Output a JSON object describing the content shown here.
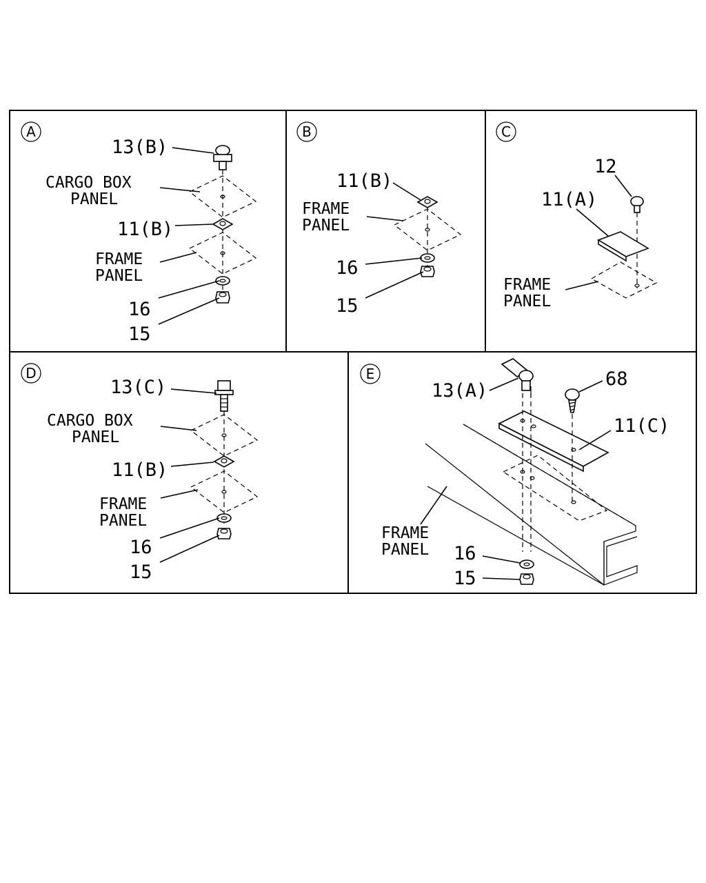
{
  "panels": {
    "A": {
      "letter": "A",
      "callout_13": "13(B)",
      "cargo_line1": "CARGO BOX",
      "cargo_line2": "PANEL",
      "callout_11": "11(B)",
      "frame_line1": "FRAME",
      "frame_line2": "PANEL",
      "callout_16": "16",
      "callout_15": "15"
    },
    "B": {
      "letter": "B",
      "callout_11": "11(B)",
      "frame_line1": "FRAME",
      "frame_line2": "PANEL",
      "callout_16": "16",
      "callout_15": "15"
    },
    "C": {
      "letter": "C",
      "callout_12": "12",
      "callout_11": "11(A)",
      "frame_line1": "FRAME",
      "frame_line2": "PANEL"
    },
    "D": {
      "letter": "D",
      "callout_13": "13(C)",
      "cargo_line1": "CARGO BOX",
      "cargo_line2": "PANEL",
      "callout_11": "11(B)",
      "frame_line1": "FRAME",
      "frame_line2": "PANEL",
      "callout_16": "16",
      "callout_15": "15"
    },
    "E": {
      "letter": "E",
      "callout_13": "13(A)",
      "callout_68": "68",
      "callout_11": "11(C)",
      "frame_line1": "FRAME",
      "frame_line2": "PANEL",
      "callout_16": "16",
      "callout_15": "15"
    }
  }
}
